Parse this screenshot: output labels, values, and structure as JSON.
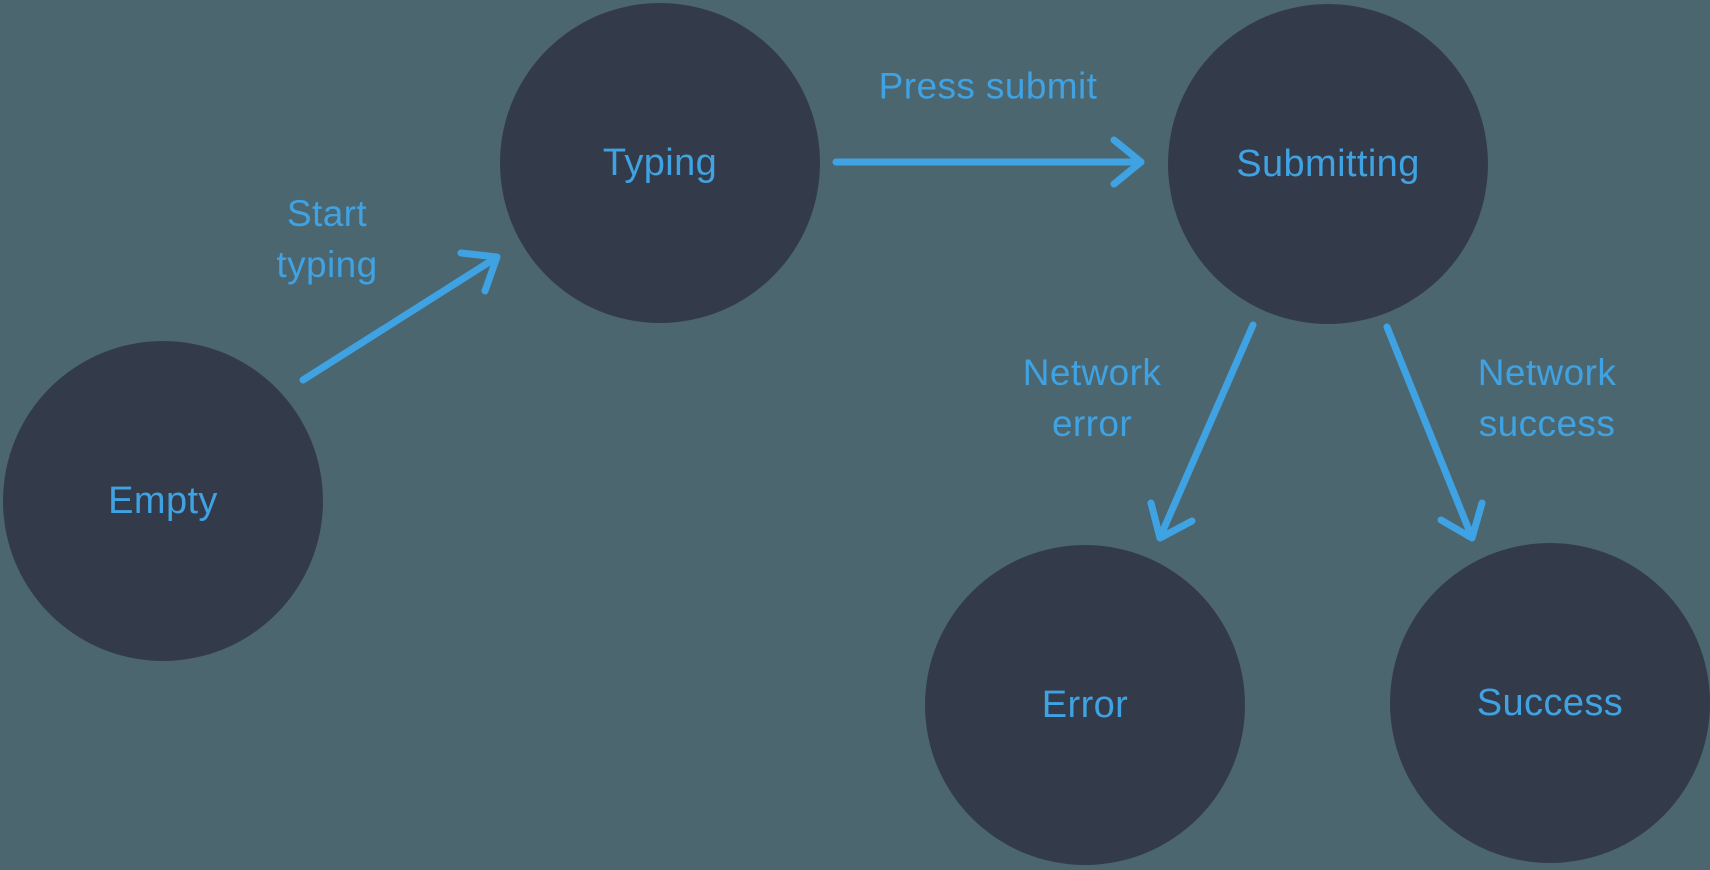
{
  "diagram": {
    "type": "state-machine",
    "colors": {
      "background": "#4c6670",
      "node": "#333b4a",
      "accent": "#3fa2e2"
    },
    "nodes": [
      {
        "id": "empty",
        "label": "Empty"
      },
      {
        "id": "typing",
        "label": "Typing"
      },
      {
        "id": "submitting",
        "label": "Submitting"
      },
      {
        "id": "error",
        "label": "Error"
      },
      {
        "id": "success",
        "label": "Success"
      }
    ],
    "edges": [
      {
        "id": "start-typing",
        "from": "empty",
        "to": "typing",
        "label": "Start\ntyping"
      },
      {
        "id": "press-submit",
        "from": "typing",
        "to": "submitting",
        "label": "Press submit"
      },
      {
        "id": "network-error",
        "from": "submitting",
        "to": "error",
        "label": "Network\nerror"
      },
      {
        "id": "network-success",
        "from": "submitting",
        "to": "success",
        "label": "Network\nsuccess"
      }
    ]
  }
}
